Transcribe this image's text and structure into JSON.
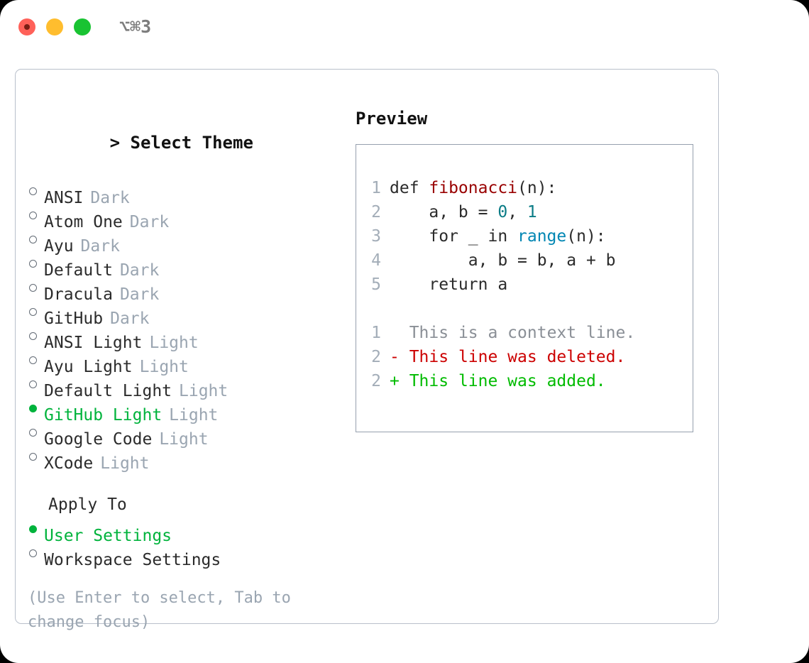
{
  "titlebar": {
    "shortcut": "⌥⌘3",
    "lights": [
      "close-red",
      "minimize-yellow",
      "maximize-green"
    ]
  },
  "colors": {
    "accent_green": "#00b33c",
    "muted": "#9aa5b1",
    "text": "#2b2b2b",
    "diff_add": "#00bb00",
    "diff_del": "#cc0000",
    "func": "#990000",
    "number": "#0b7c86",
    "call": "#0086b3"
  },
  "theme_section": {
    "caret": ">",
    "title": "Select Theme",
    "items": [
      {
        "name": "ANSI",
        "kind": "Dark",
        "selected": false
      },
      {
        "name": "Atom One",
        "kind": "Dark",
        "selected": false
      },
      {
        "name": "Ayu",
        "kind": "Dark",
        "selected": false
      },
      {
        "name": "Default",
        "kind": "Dark",
        "selected": false
      },
      {
        "name": "Dracula",
        "kind": "Dark",
        "selected": false
      },
      {
        "name": "GitHub",
        "kind": "Dark",
        "selected": false
      },
      {
        "name": "ANSI Light",
        "kind": "Light",
        "selected": false
      },
      {
        "name": "Ayu Light",
        "kind": "Light",
        "selected": false
      },
      {
        "name": "Default Light",
        "kind": "Light",
        "selected": false
      },
      {
        "name": "GitHub Light",
        "kind": "Light",
        "selected": true
      },
      {
        "name": "Google Code",
        "kind": "Light",
        "selected": false
      },
      {
        "name": "XCode",
        "kind": "Light",
        "selected": false
      }
    ]
  },
  "apply_section": {
    "title": "Apply To",
    "items": [
      {
        "name": "User Settings",
        "selected": true
      },
      {
        "name": "Workspace Settings",
        "selected": false
      }
    ]
  },
  "hint": "(Use Enter to select, Tab to change focus)",
  "preview": {
    "title": "Preview",
    "code_lines": [
      {
        "no": "1",
        "tokens": [
          {
            "t": "def ",
            "c": "plain"
          },
          {
            "t": "fibonacci",
            "c": "func"
          },
          {
            "t": "(n):",
            "c": "plain"
          }
        ]
      },
      {
        "no": "2",
        "tokens": [
          {
            "t": "    a, b = ",
            "c": "plain"
          },
          {
            "t": "0",
            "c": "num"
          },
          {
            "t": ", ",
            "c": "plain"
          },
          {
            "t": "1",
            "c": "num"
          }
        ]
      },
      {
        "no": "3",
        "tokens": [
          {
            "t": "    for _ in ",
            "c": "plain"
          },
          {
            "t": "range",
            "c": "call"
          },
          {
            "t": "(n):",
            "c": "plain"
          }
        ]
      },
      {
        "no": "4",
        "tokens": [
          {
            "t": "        a, b = b, a + b",
            "c": "plain"
          }
        ]
      },
      {
        "no": "5",
        "tokens": [
          {
            "t": "    return a",
            "c": "plain"
          }
        ]
      }
    ],
    "diff_lines": [
      {
        "no": "1",
        "marker": "  ",
        "text": "This is a context line.",
        "kind": "ctx"
      },
      {
        "no": "2",
        "marker": "- ",
        "text": "This line was deleted.",
        "kind": "del"
      },
      {
        "no": "2",
        "marker": "+ ",
        "text": "This line was added.",
        "kind": "add"
      }
    ]
  }
}
